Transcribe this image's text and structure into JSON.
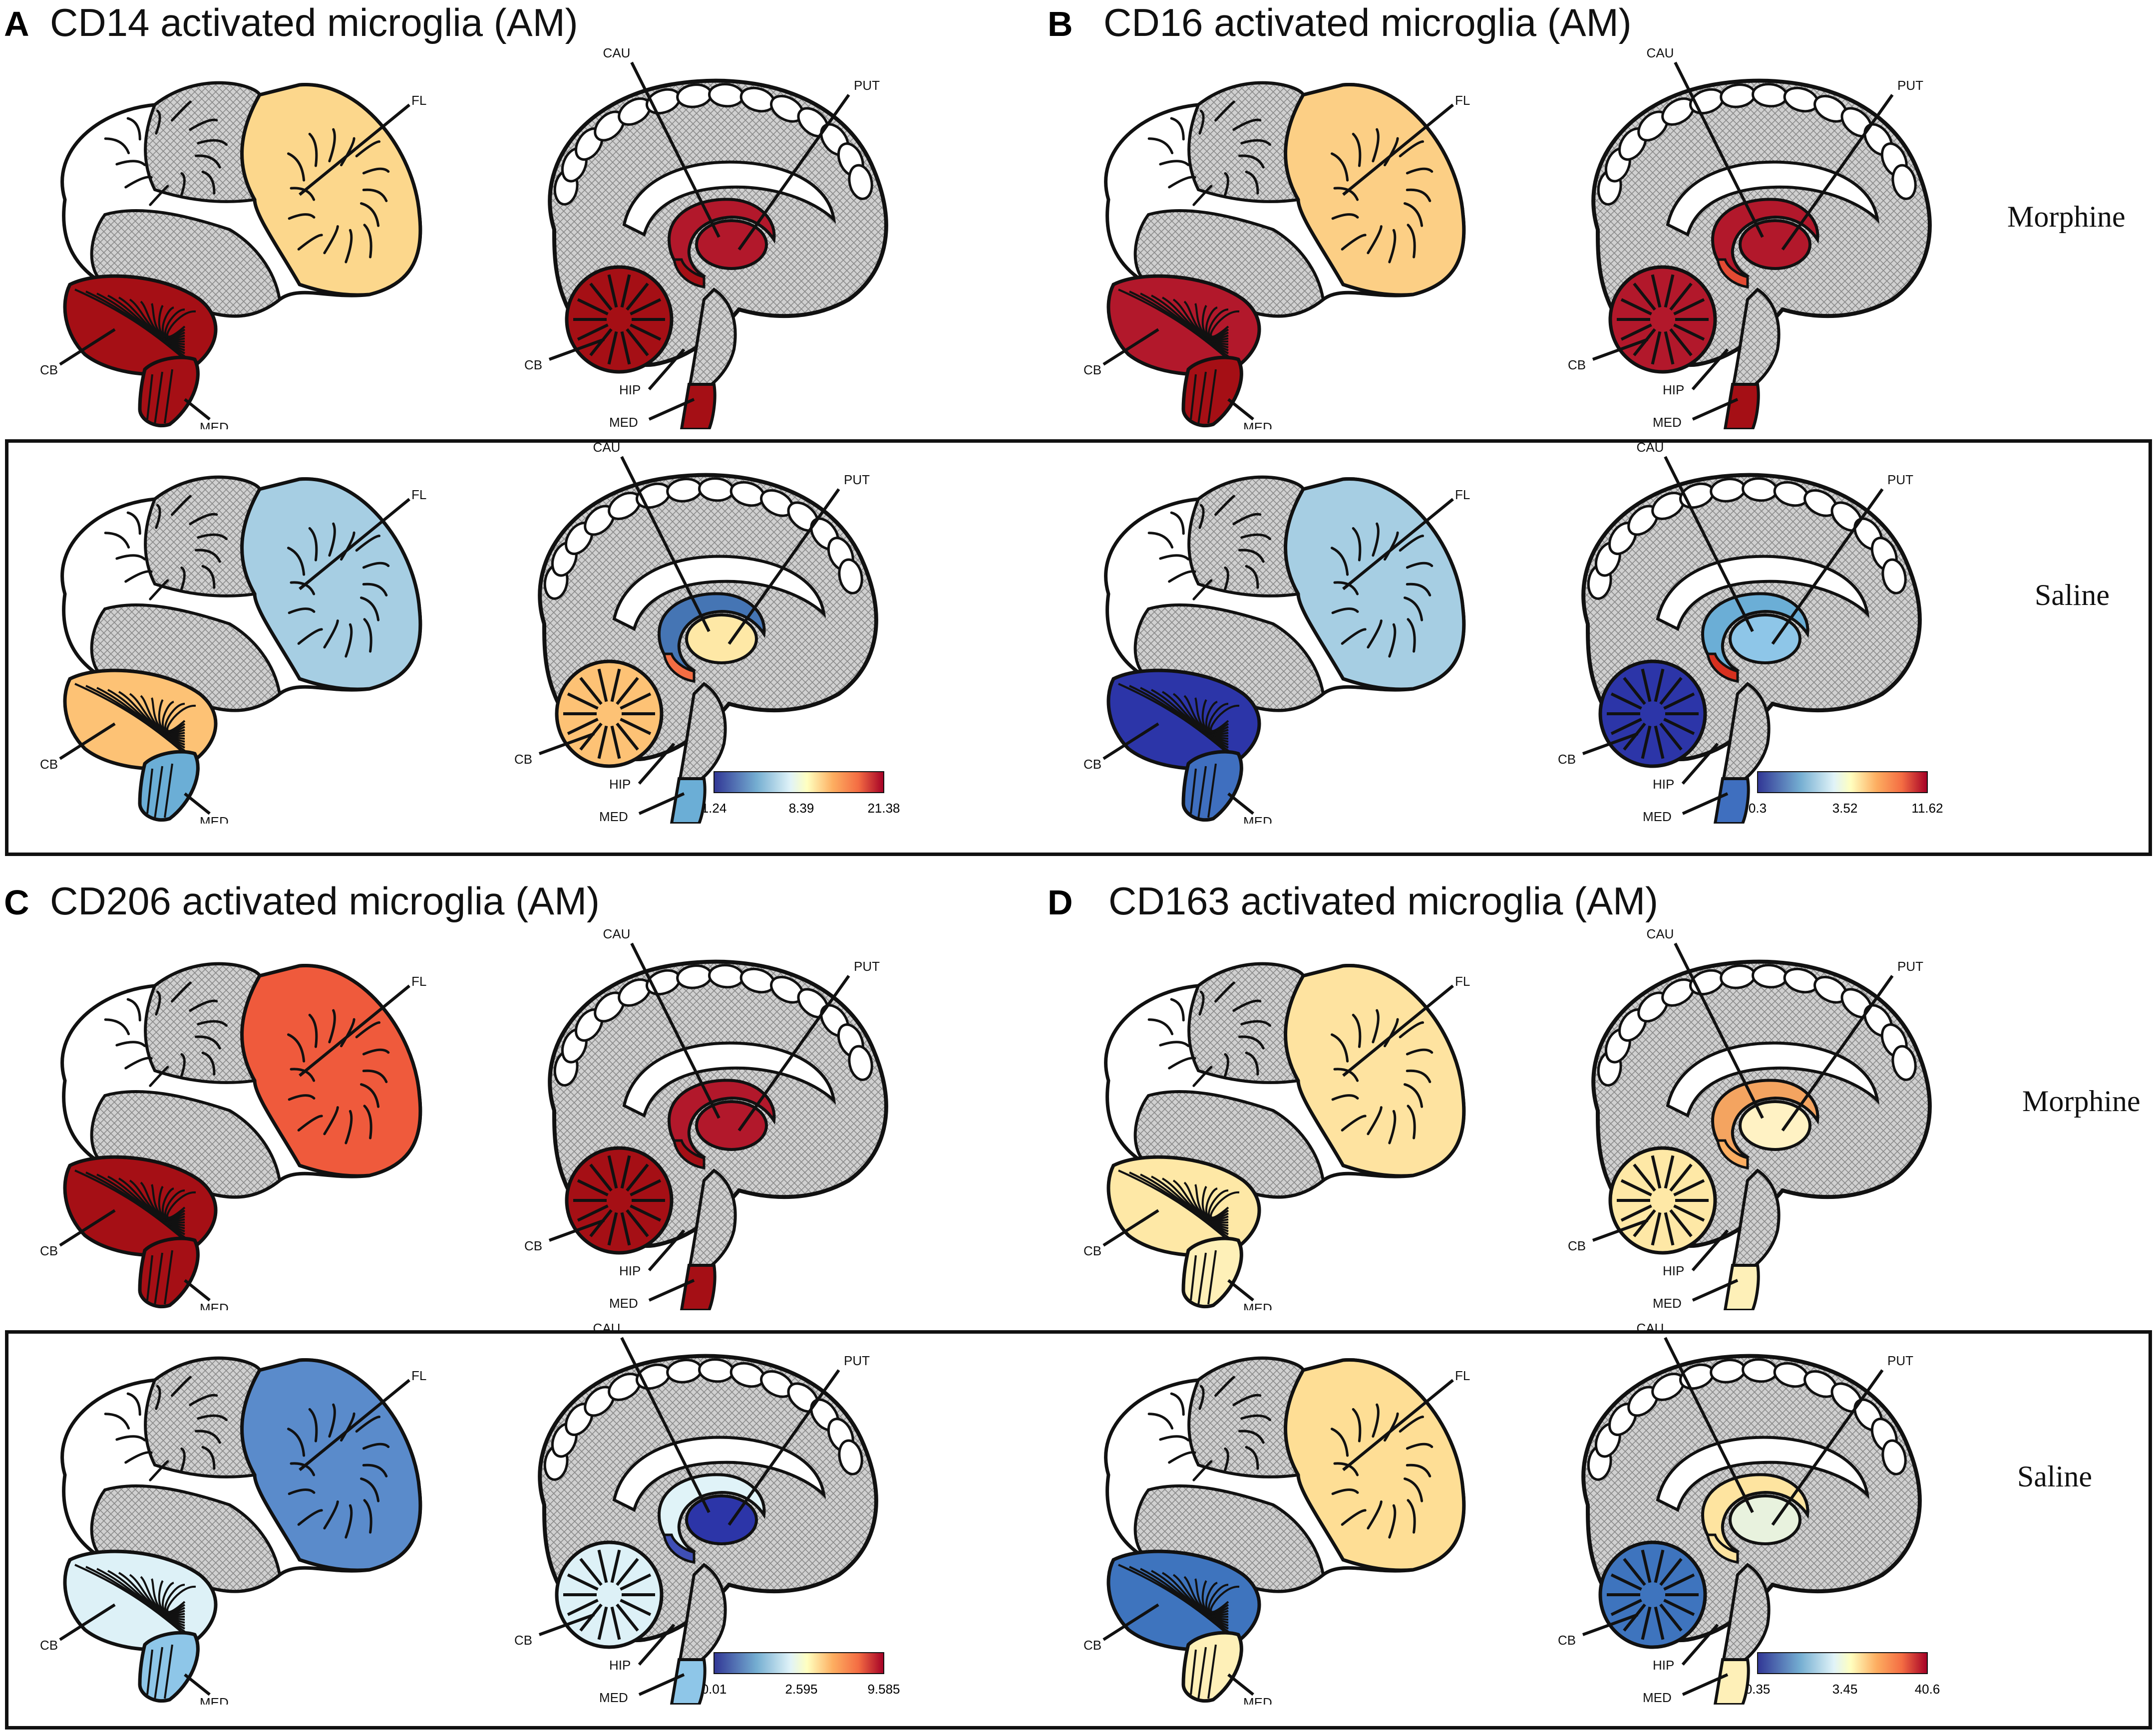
{
  "panels": [
    {
      "letter": "A",
      "title": "CD14 activated microglia (AM)",
      "scale": {
        "min": "1.24",
        "mid": "8.39",
        "max": "21.38"
      },
      "morphine": {
        "FL": "#FCD78C",
        "CB": "#A50F15",
        "MED": "#A50F15",
        "CAU": "#B2182B",
        "PUT": "#B2182B",
        "HIP": "#A50F15"
      },
      "saline": {
        "FL": "#A6CEE3",
        "CB": "#FDC275",
        "MED": "#6BAED6",
        "CAU": "#4575B4",
        "PUT": "#FEE8A6",
        "HIP": "#F46D43"
      }
    },
    {
      "letter": "B",
      "title": "CD16 activated microglia (AM)",
      "scale": {
        "min": "0.3",
        "mid": "3.52",
        "max": "11.62"
      },
      "morphine": {
        "FL": "#FCCF85",
        "CB": "#B2182B",
        "MED": "#A50F15",
        "CAU": "#B2182B",
        "PUT": "#B2182B",
        "HIP": "#E34A33"
      },
      "saline": {
        "FL": "#A6CEE3",
        "CB": "#2C35A8",
        "MED": "#3F6FBF",
        "CAU": "#6BAED6",
        "PUT": "#8EC6E8",
        "HIP": "#D7301F"
      }
    },
    {
      "letter": "C",
      "title": "CD206 activated microglia (AM)",
      "scale": {
        "min": "0.01",
        "mid": "2.595",
        "max": "9.585"
      },
      "morphine": {
        "FL": "#EF5A3C",
        "CB": "#A50F15",
        "MED": "#A50F15",
        "CAU": "#B2182B",
        "PUT": "#B2182B",
        "HIP": "#A50F15"
      },
      "saline": {
        "FL": "#5A8BCB",
        "CB": "#DDF1F7",
        "MED": "#8EC6E8",
        "CAU": "#E0F3F8",
        "PUT": "#2C35A8",
        "HIP": "#3F4FB5"
      }
    },
    {
      "letter": "D",
      "title": "CD163 activated microglia (AM)",
      "scale": {
        "min": "0.35",
        "mid": "3.45",
        "max": "40.6"
      },
      "morphine": {
        "FL": "#FEE3A0",
        "CB": "#FEE8A6",
        "MED": "#FEF0B8",
        "CAU": "#F4A460",
        "PUT": "#FFF2C4",
        "HIP": "#FDAE61"
      },
      "saline": {
        "FL": "#FEDE95",
        "CB": "#3E74BE",
        "MED": "#FEF0B8",
        "CAU": "#FEE4A0",
        "PUT": "#E8F2DE",
        "HIP": "#FEE4A0"
      }
    }
  ],
  "conditions": {
    "morphine": "Morphine",
    "saline": "Saline"
  },
  "region_labels": {
    "FL": "FL",
    "CB": "CB",
    "MED": "MED",
    "CAU": "CAU",
    "PUT": "PUT",
    "HIP": "HIP"
  },
  "neutral_colors": {
    "white": "#FFFFFF",
    "hatch": "#C8C8C8"
  }
}
